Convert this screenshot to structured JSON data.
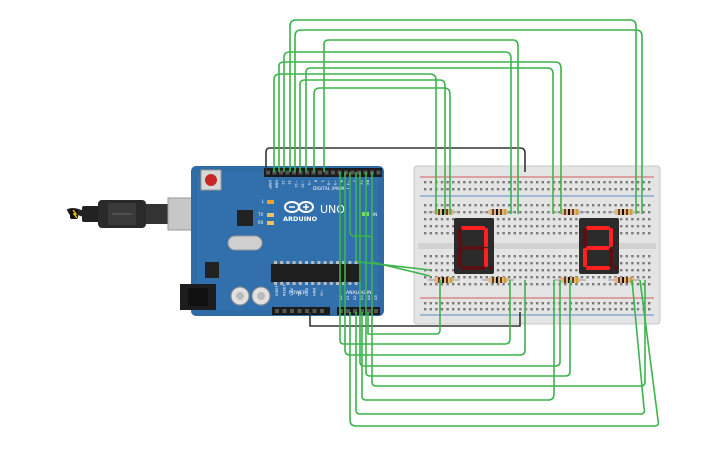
{
  "board": {
    "logo_text": "ARDUINO",
    "model": "UNO",
    "digital_label": "DIGITAL (PWM ~)",
    "analog_label": "ANALOG IN",
    "power_label": "POWER",
    "led_on": "ON",
    "led_tx": "TX",
    "led_rx": "RX",
    "led_l": "L",
    "aref": "AREF",
    "gnd": "GND",
    "tx_pin": "TX",
    "rx_pin": "RX",
    "power_pins": [
      "IOREF",
      "RESET",
      "3.3V",
      "5V",
      "GND",
      "GND",
      "Vin"
    ],
    "analog_pins": [
      "A0",
      "A1",
      "A2",
      "A3",
      "A4",
      "A5"
    ],
    "digital_pins": [
      "13",
      "12",
      "~11",
      "~10",
      "~9",
      "8",
      "7",
      "~6",
      "~5",
      "4",
      "~3",
      "2",
      "1",
      "0"
    ]
  },
  "display_left": {
    "digit": "7"
  },
  "display_right": {
    "digit": "2"
  },
  "colors": {
    "board": "#2f6ba5",
    "wire": "#3cb44b",
    "wire_dark": "#333333",
    "segment_on": "#ff2020",
    "segment_off": "#5a0f12",
    "breadboard": "#e4e4e4",
    "rail_red": "#d03030",
    "rail_blue": "#3070c0"
  }
}
